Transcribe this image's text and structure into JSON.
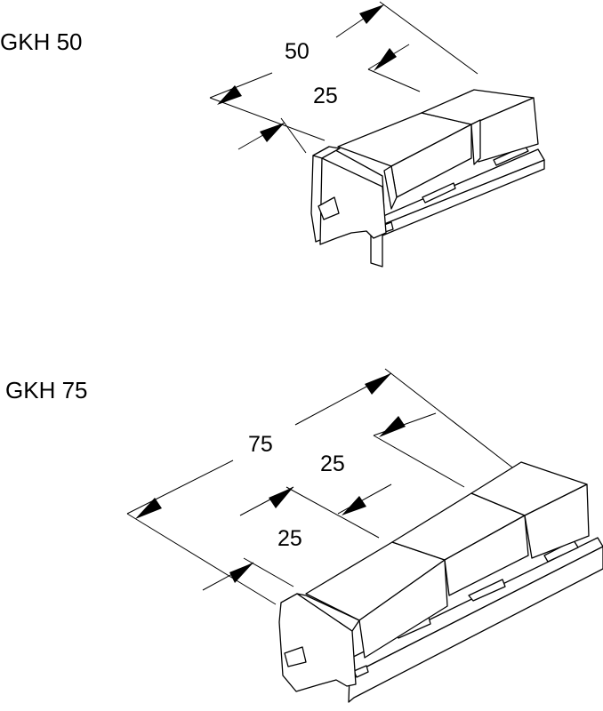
{
  "diagrams": [
    {
      "title": "GKH 50",
      "dimensions": {
        "overall": "50",
        "segment": "25"
      }
    },
    {
      "title": "GKH 75",
      "dimensions": {
        "overall": "75",
        "segment_a": "25",
        "segment_b": "25"
      }
    }
  ],
  "colors": {
    "line": "#000000",
    "background": "#ffffff"
  }
}
